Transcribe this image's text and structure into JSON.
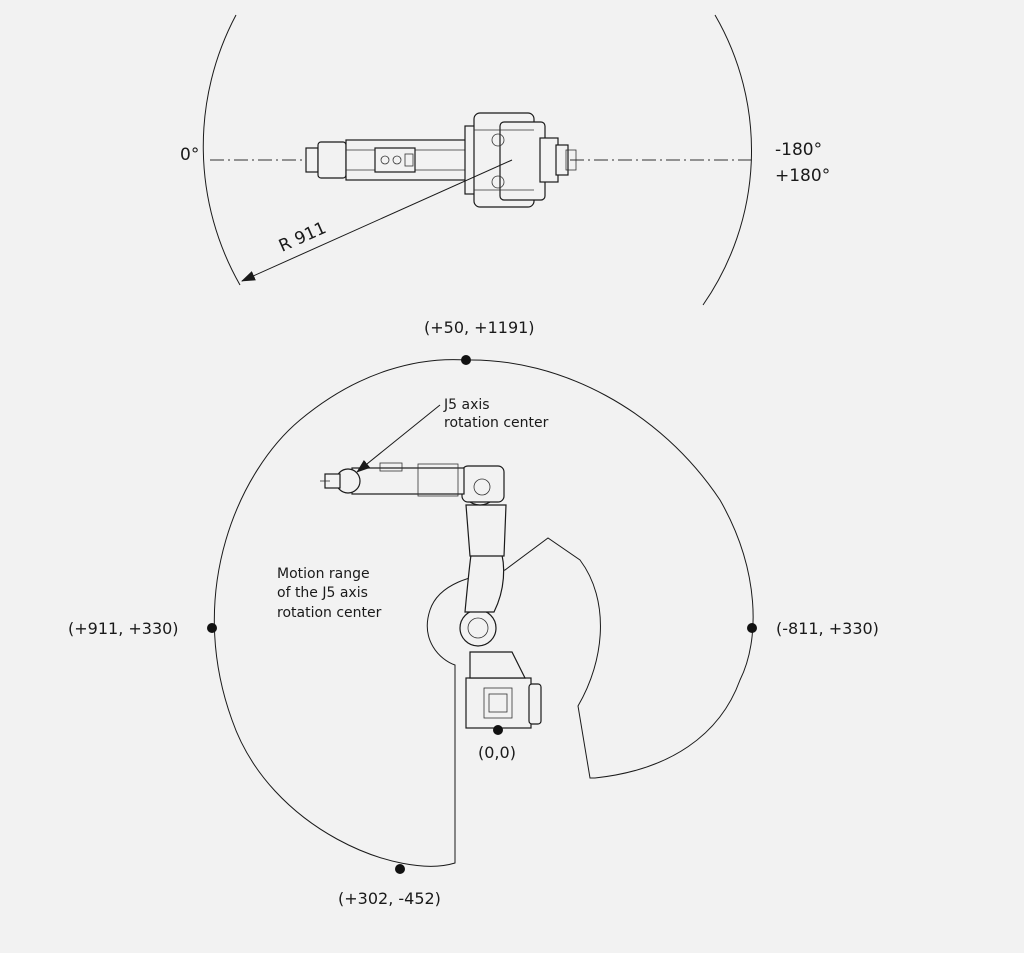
{
  "top_view": {
    "angle_left": "0°",
    "angle_right_neg": "-180°",
    "angle_right_pos": "+180°",
    "radius_label": "R 911"
  },
  "side_view": {
    "point_top": "(+50, +1191)",
    "point_left": "(+911, +330)",
    "point_right": "(-811, +330)",
    "point_origin": "(0,0)",
    "point_bottom": "(+302, -452)",
    "callout_j5_line1": "J5 axis",
    "callout_j5_line2": "rotation center",
    "motion_line1": "Motion range",
    "motion_line2": "of the J5 axis",
    "motion_line3": "rotation center"
  },
  "colors": {
    "background": "#f2f2f2",
    "ink": "#1a1a1a"
  }
}
